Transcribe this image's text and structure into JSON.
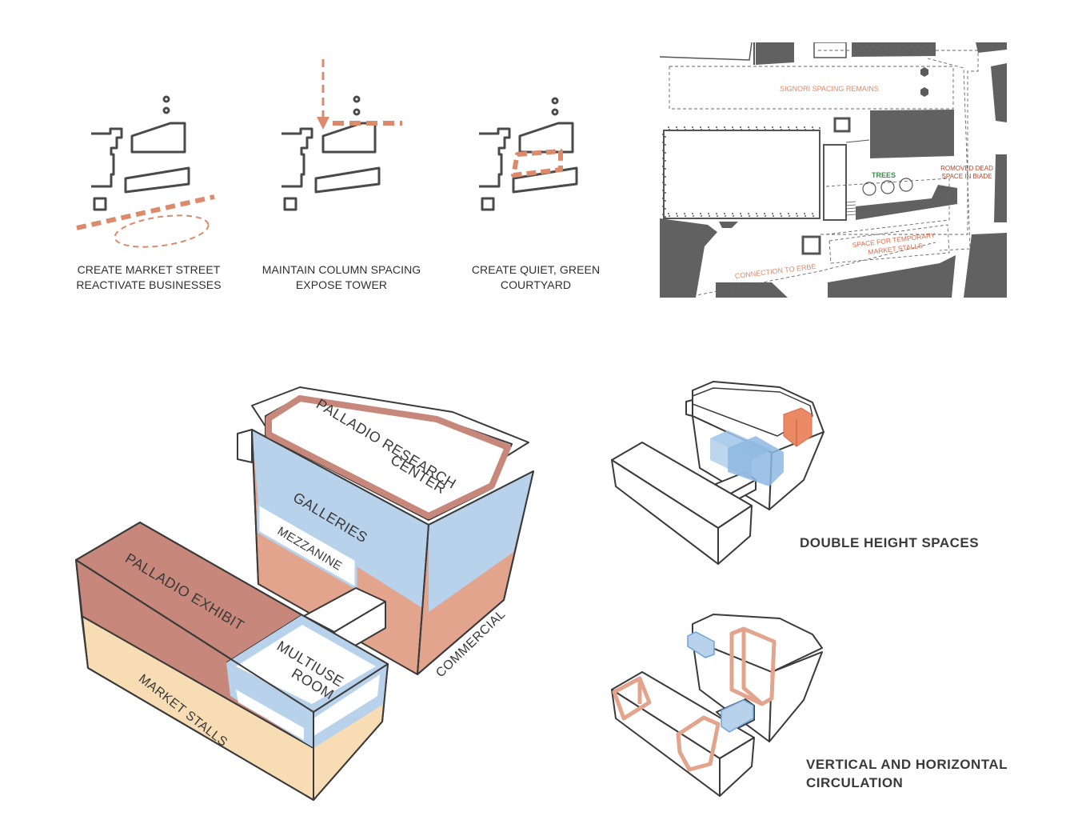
{
  "concepts": [
    {
      "line1": "CREATE MARKET STREET",
      "line2": "REACTIVATE BUSINESSES"
    },
    {
      "line1": "MAINTAIN COLUMN SPACING",
      "line2": "EXPOSE TOWER"
    },
    {
      "line1": "CREATE QUIET, GREEN",
      "line2": "COURTYARD"
    }
  ],
  "site_plan": {
    "signori": "SIGNORI SPACING REMAINS",
    "trees": "TREES",
    "removed_line1": "ROMOVED DEAD",
    "removed_line2": "SPACE IN BIADE",
    "stalls_line1": "SPACE FOR TEMPORARY",
    "stalls_line2": "MARKET STALLS",
    "connection": "CONNECTION TO ERBE"
  },
  "program": {
    "research_line1": "PALLADIO RESEARCH",
    "research_line2": "CENTER",
    "galleries": "GALLERIES",
    "mezzanine": "MEZZANINE",
    "exhibit": "PALLADIO EXHIBIT",
    "multiuse_line1": "MULTIUSE",
    "multiuse_line2": "ROOM",
    "commercial": "COMMERCIAL",
    "market_stalls": "MARKET STALLS"
  },
  "double_height": {
    "title": "DOUBLE HEIGHT SPACES"
  },
  "circulation": {
    "line1": "VERTICAL AND HORIZONTAL",
    "line2": "CIRCULATION"
  },
  "colors": {
    "accent": "#dc8a6c",
    "exhibit": "#c8877b",
    "commercial": "#e2a48d",
    "gallery": "#b7d2ea",
    "stalls": "#f7dcb4",
    "building": "#616161",
    "trees": "#3d8a4a"
  }
}
